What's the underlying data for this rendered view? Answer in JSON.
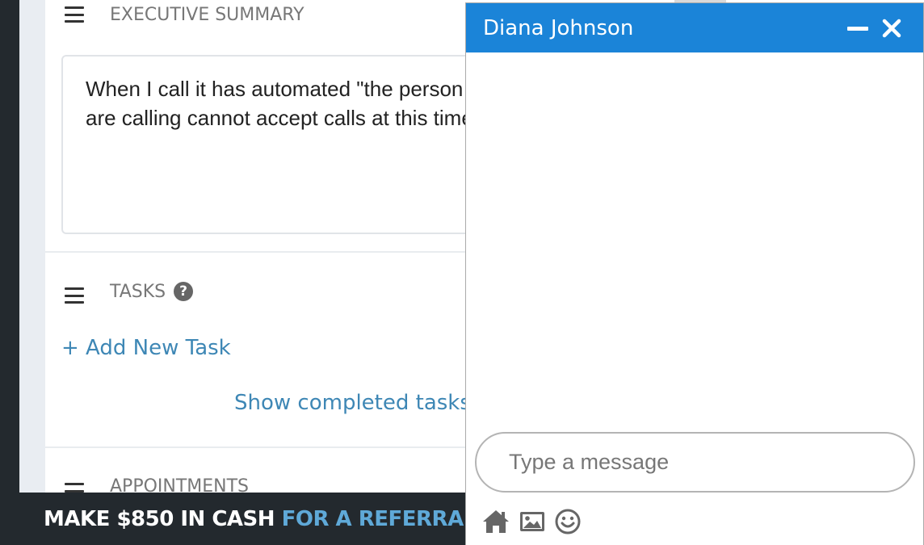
{
  "summary": {
    "title": "EXECUTIVE SUMMARY",
    "text": "When I call it has automated \"the person you are calling cannot accept calls at this time.\""
  },
  "tasks": {
    "title": "TASKS",
    "help_icon": "question-circle-icon",
    "add_label": "+ Add New Task",
    "show_completed_label": "Show completed tasks"
  },
  "appointments": {
    "title": "APPOINTMENTS"
  },
  "promo": {
    "part1": "MAKE $850 IN CASH",
    "part2": "FOR A REFERRAL"
  },
  "chat": {
    "contact_name": "Diana Johnson",
    "input_placeholder": "Type a message",
    "icons": [
      "home-icon",
      "image-icon",
      "emoji-icon"
    ]
  },
  "colors": {
    "chat_header": "#1b84d8",
    "link": "#3e87b5",
    "promo_accent": "#5fa9d8",
    "dark_background": "#23292e"
  }
}
